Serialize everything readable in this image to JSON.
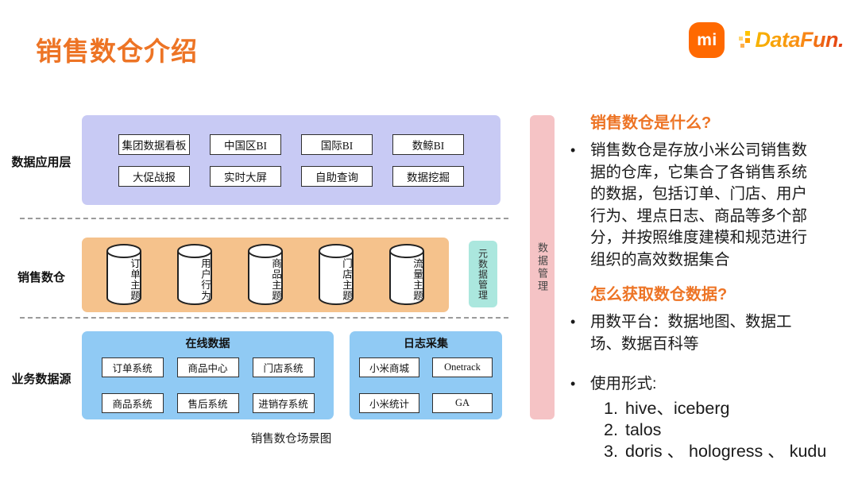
{
  "title": "销售数仓介绍",
  "logos": {
    "xiaomi_text": "mi",
    "datafun_text": "DataFun."
  },
  "diagram": {
    "app_layer": {
      "label": "数据应用层",
      "items": [
        "集团数据看板",
        "中国区BI",
        "国际BI",
        "数鲸BI",
        "大促战报",
        "实时大屏",
        "自助查询",
        "数据挖掘"
      ]
    },
    "dw_layer": {
      "label": "销售数仓",
      "cylinders": [
        "订单主题",
        "用户行为",
        "商品主题",
        "门店主题",
        "流量主题"
      ],
      "meta_box": "元数据管理"
    },
    "source_layer": {
      "label": "业务数据源",
      "groups": [
        {
          "title": "在线数据",
          "items": [
            "订单系统",
            "商品中心",
            "门店系统",
            "商品系统",
            "售后系统",
            "进销存系统"
          ]
        },
        {
          "title": "日志采集",
          "items": [
            "小米商城",
            "Onetrack",
            "小米统计",
            "GA"
          ]
        }
      ]
    },
    "management_bar": "数据管理",
    "caption": "销售数仓场景图"
  },
  "right_panel": {
    "bullet_char": "•",
    "section1": {
      "heading": "销售数仓是什么?",
      "bullet": "销售数仓是存放小米公司销售数\n据的仓库，它集合了各销售系统\n的数据，包括订单、门店、用户\n行为、埋点日志、商品等多个部\n分，并按照维度建模和规范进行\n组织的高效数据集合"
    },
    "section2": {
      "heading": "怎么获取数仓数据?",
      "bullet1": "用数平台：数据地图、数据工\n场、数据百科等",
      "bullet2": "使用形式:",
      "numbered": [
        {
          "n": "1.",
          "t": "hive、iceberg"
        },
        {
          "n": "2.",
          "t": "talos"
        },
        {
          "n": "3.",
          "t": "doris 、 hologress 、 kudu"
        }
      ]
    }
  },
  "colors": {
    "accent_orange": "#ED7425",
    "purple_layer": "#C8CAF4",
    "orange_layer": "#F5C28C",
    "blue_layer": "#90CAF4",
    "teal_box": "#ABE7DE",
    "pink_bar": "#F5C3C5",
    "xiaomi_orange": "#FF6900"
  }
}
